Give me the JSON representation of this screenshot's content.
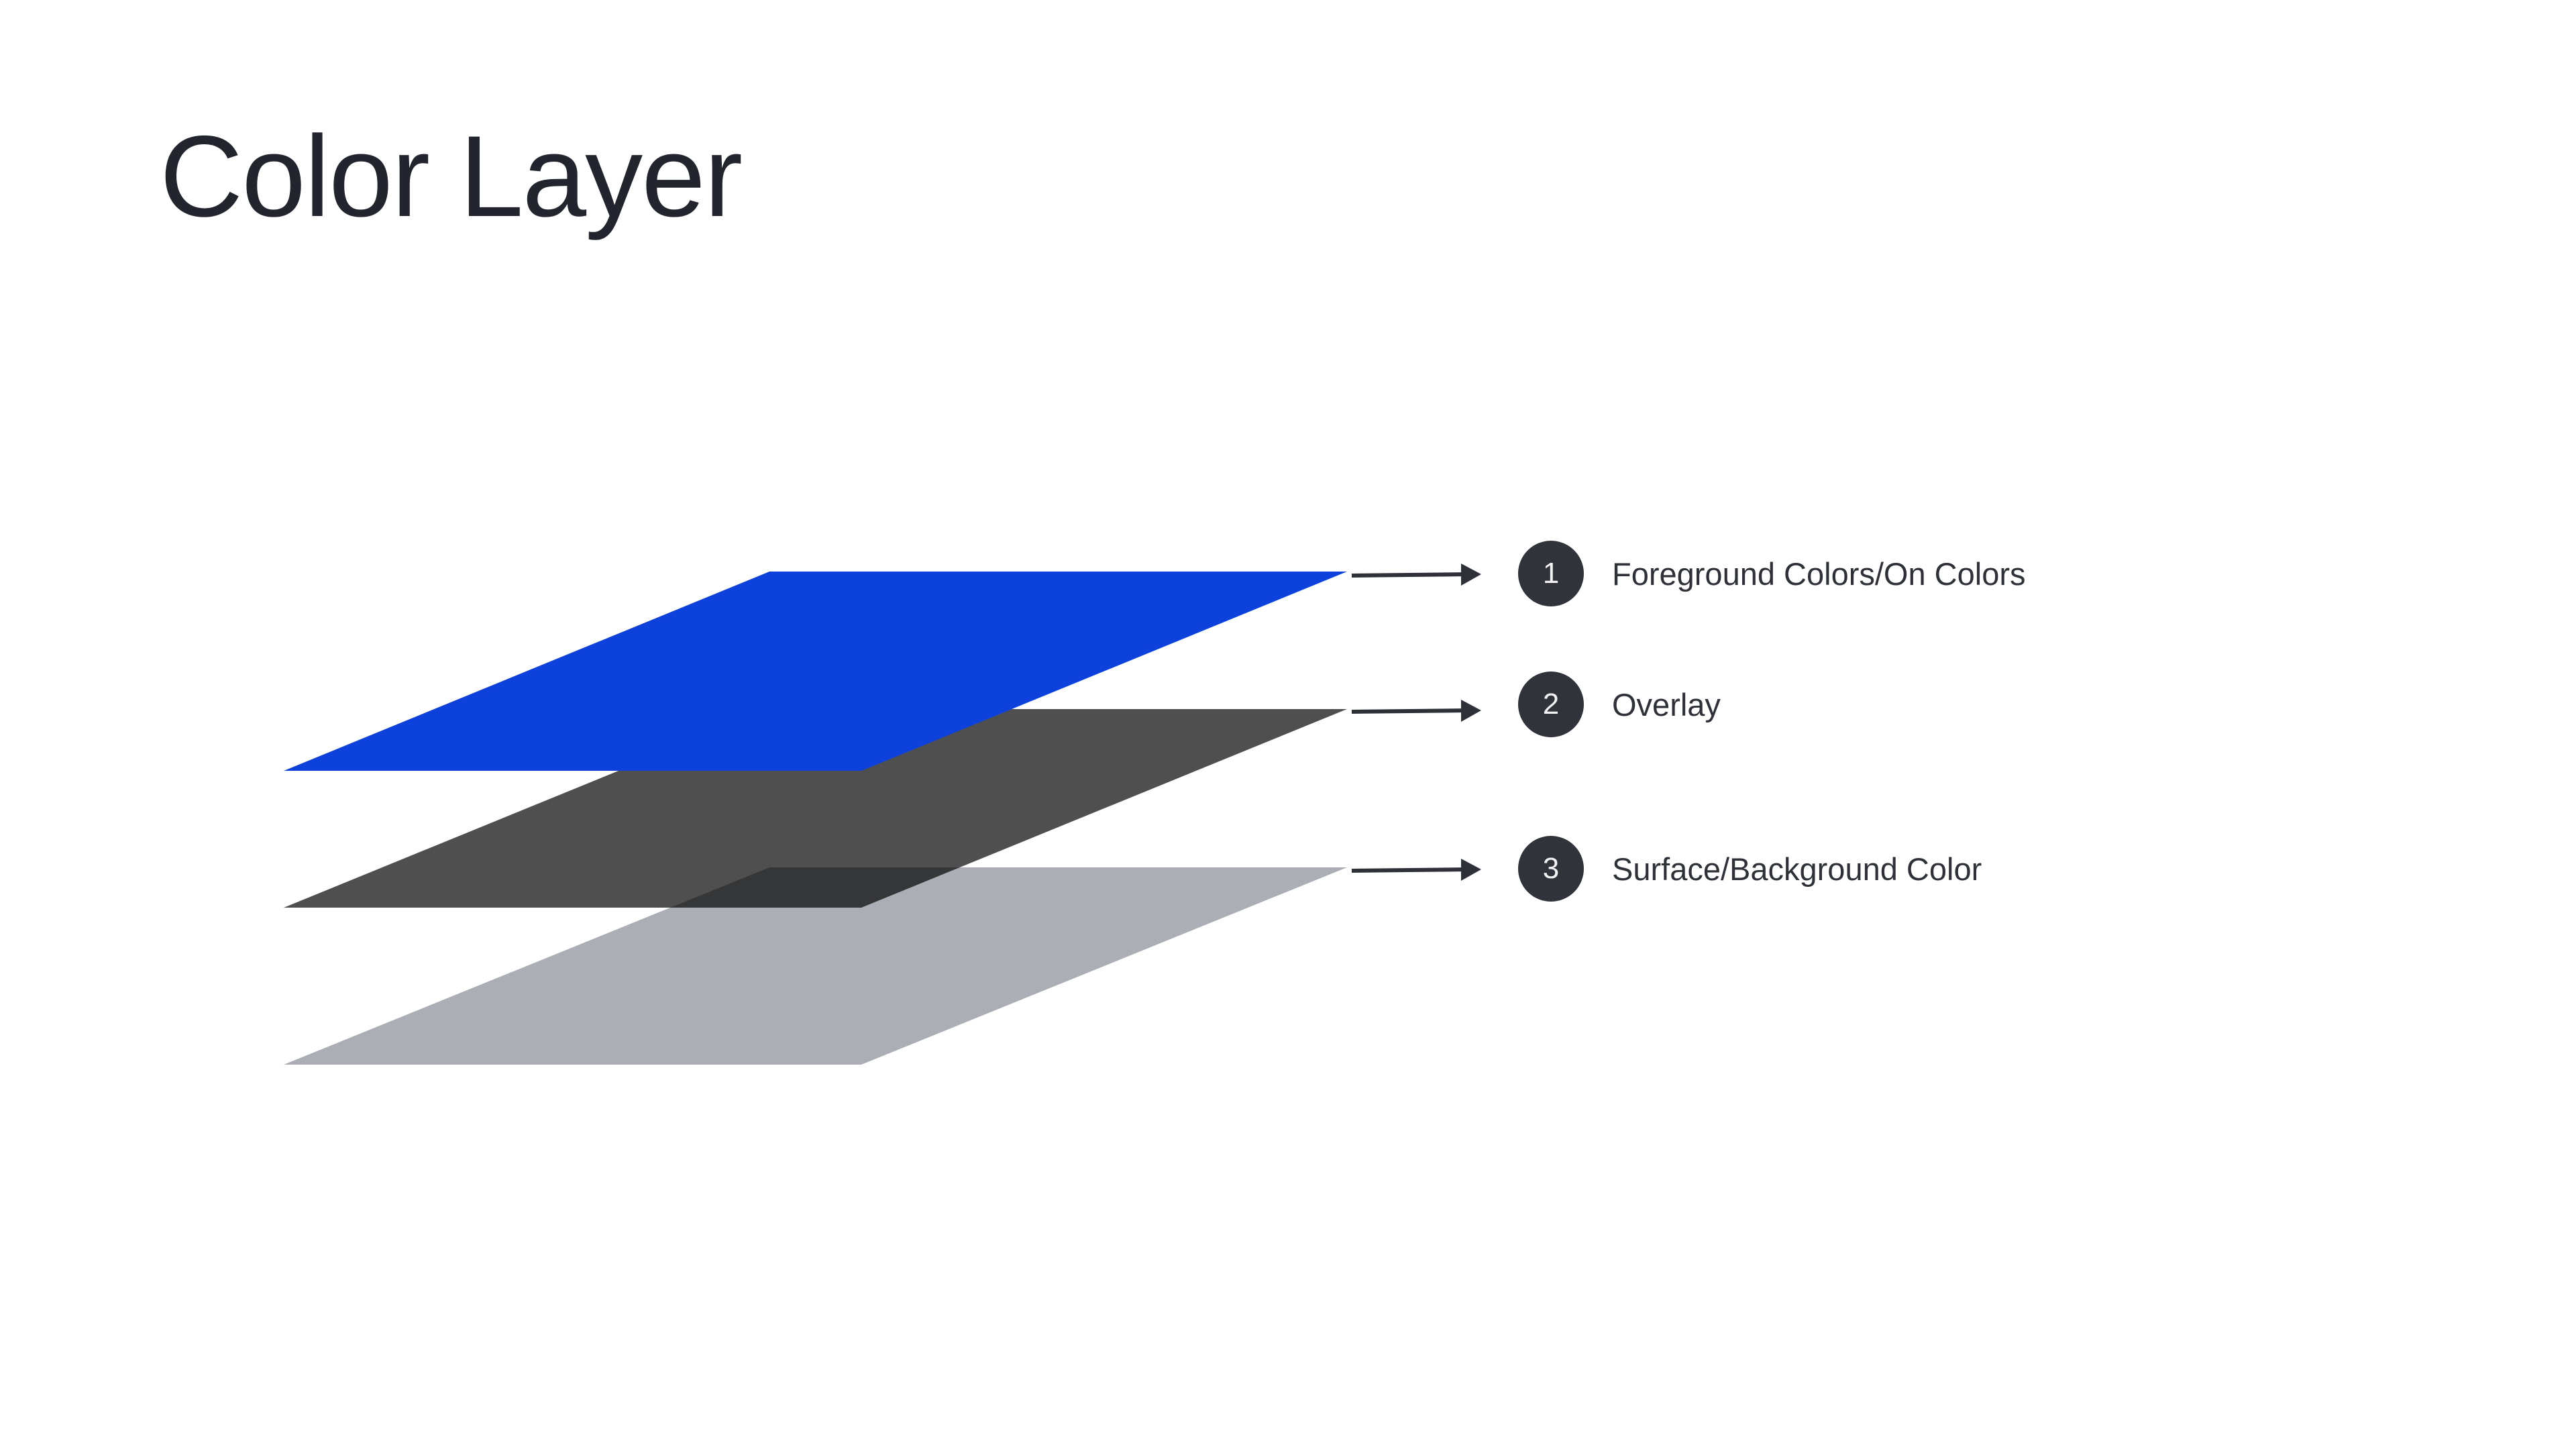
{
  "title": "Color Layer",
  "layers": [
    {
      "number": "1",
      "label": "Foreground Colors/On Colors",
      "color": "#0d41dc"
    },
    {
      "number": "2",
      "label": "Overlay",
      "color": "#4f4f4f"
    },
    {
      "number": "3",
      "label": "Surface/Background Color",
      "color": "#abaeb4"
    }
  ],
  "arrow_color": "#2e3138"
}
